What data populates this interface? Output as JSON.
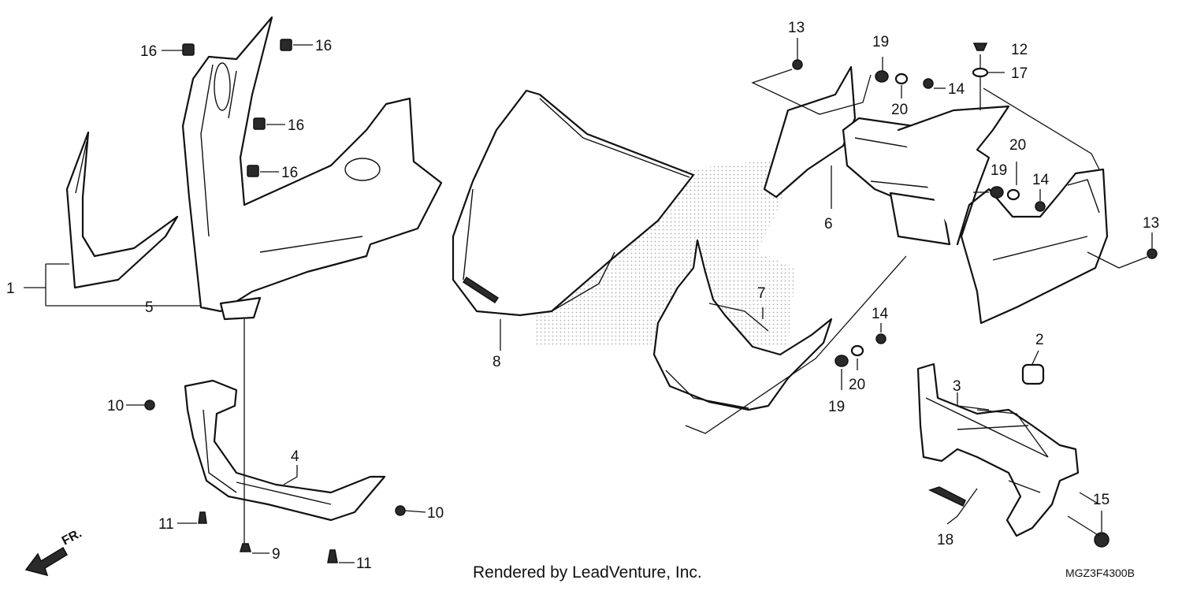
{
  "callouts": {
    "c1": "1",
    "c2": "2",
    "c3": "3",
    "c4": "4",
    "c5": "5",
    "c6": "6",
    "c7": "7",
    "c8": "8",
    "c9": "9",
    "c10a": "10",
    "c10b": "10",
    "c11a": "11",
    "c11b": "11",
    "c12": "12",
    "c13a": "13",
    "c13b": "13",
    "c14a": "14",
    "c14b": "14",
    "c14c": "14",
    "c15": "15",
    "c16a": "16",
    "c16b": "16",
    "c16c": "16",
    "c16d": "16",
    "c17": "17",
    "c18": "18",
    "c19a": "19",
    "c19b": "19",
    "c19c": "19",
    "c20a": "20",
    "c20b": "20",
    "c20c": "20"
  },
  "footer": {
    "credit": "Rendered by LeadVenture, Inc.",
    "code": "MGZ3F4300B",
    "direction": "FR."
  },
  "icons": [
    "front-direction-arrow-icon",
    "bolt-icon",
    "washer-icon",
    "clip-nut-icon"
  ]
}
